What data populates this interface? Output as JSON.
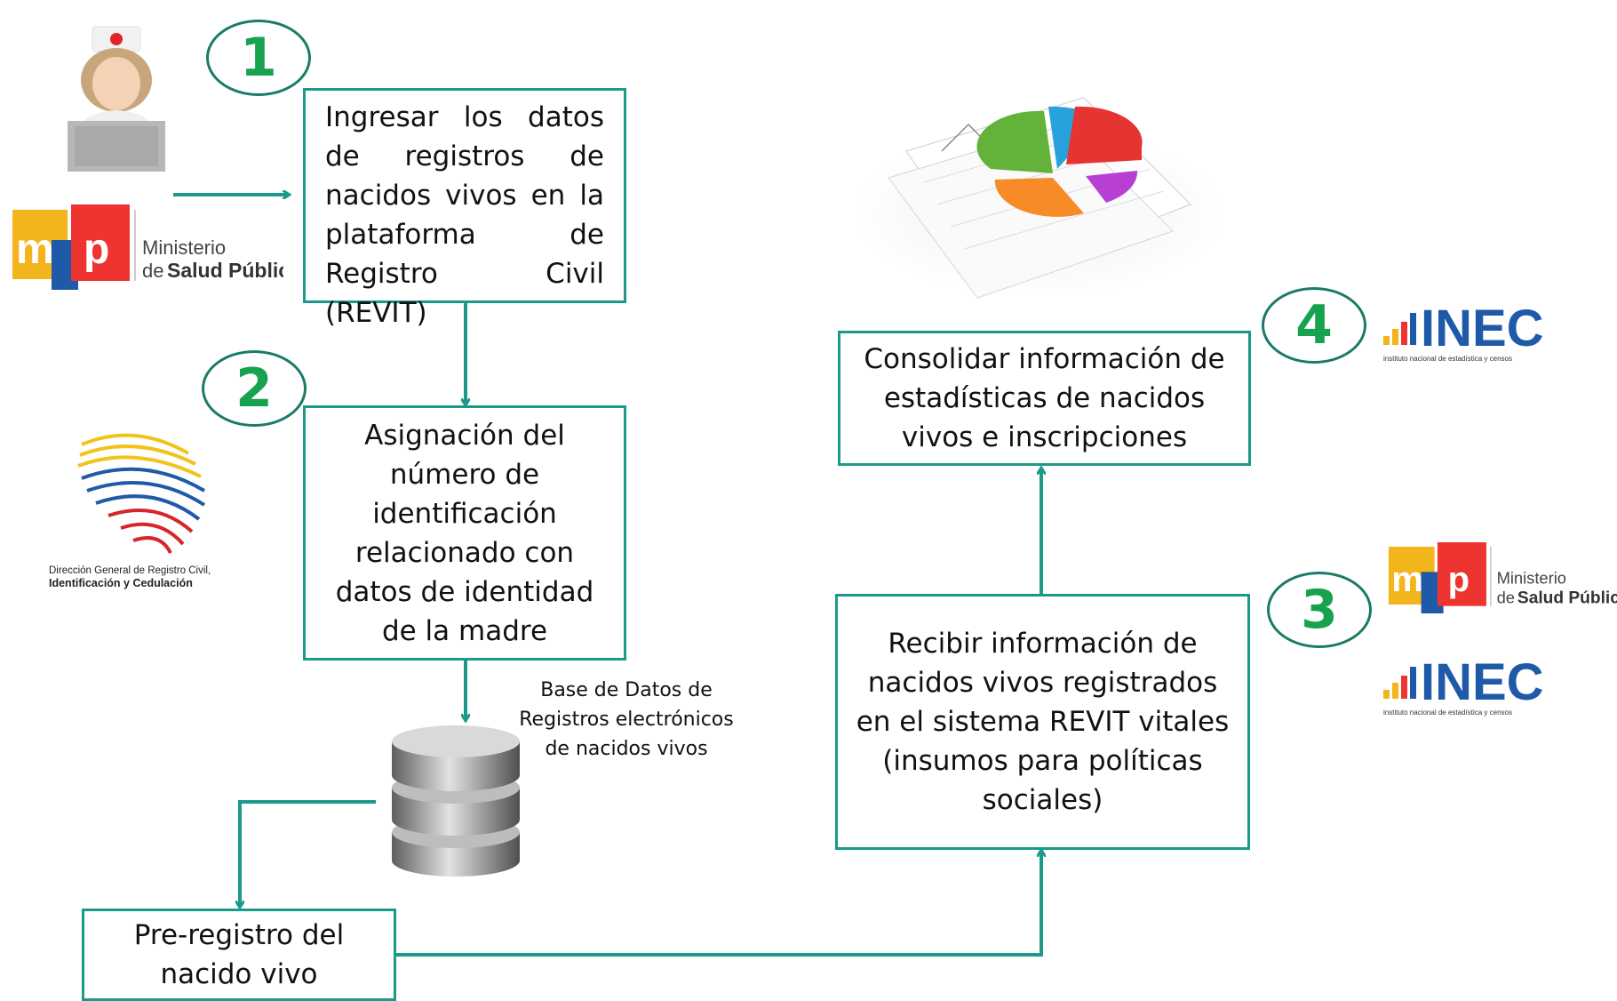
{
  "steps": [
    {
      "number": "1",
      "text": "Ingresar los datos de registros de nacidos vivos en la plataforma de Registro Civil (REVIT)"
    },
    {
      "number": "2",
      "text": "Asignación del número de identificación relacionado con datos de identidad de la madre"
    },
    {
      "number": "3",
      "text": "Recibir información de nacidos vivos registrados en el sistema REVIT vitales (insumos para políticas sociales)"
    },
    {
      "number": "4",
      "text": "Consolidar información de estadísticas de nacidos vivos e inscripciones"
    }
  ],
  "preregistro": "Pre-registro del nacido vivo",
  "database_caption": "Base de Datos de Registros electrónicos de nacidos vivos",
  "msp_logo": {
    "ministerio": "Ministerio",
    "de": "de",
    "salud": "Salud Pública"
  },
  "inec_logo": {
    "name": "INEC",
    "subtitle": "instituto nacional de estadística y censos"
  },
  "registro_civil_logo": {
    "line1": "Dirección General de Registro Civil,",
    "line2": "Identificación y Cedulación"
  },
  "colors": {
    "arrow": "#1b9a8a",
    "box_border": "#1b9a8a",
    "badge_number": "#17a24f",
    "badge_border": "#1b7a68"
  }
}
